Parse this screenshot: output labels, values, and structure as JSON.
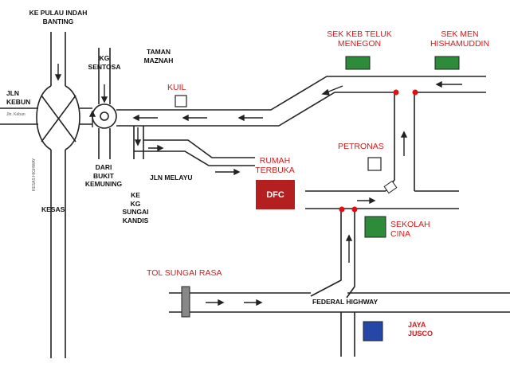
{
  "colors": {
    "road_edge": "#222222",
    "route": "#222222",
    "label_red": "#d41a1a",
    "label_dark": "#111111",
    "school_green": "#2e8b3a",
    "jusco_blue": "#2547a8",
    "dfc_maroon": "#b41f1f",
    "traffic_light": "#e01010"
  },
  "places": {
    "ke_pulau_indah": "KE PULAU INDAH\nBANTING",
    "kg_sentosa": "KG\nSENTOSA",
    "taman_maznah": "TAMAN\nMAZNAH",
    "jln_kebun": "JLN\nKEBUN",
    "dari_bukit": "DARI\nBUKIT\nKEMUNING",
    "ke_kg_sungai_kandis": "KE\nKG\nSUNGAI\nKANDIS",
    "jln_melayu": "JLN MELAYU",
    "kesas": "KESAS",
    "federal_highway": "FEDERAL HIGHWAY"
  },
  "landmarks": {
    "sek_keb": "SEK KEB TELUK\nMENEGON",
    "sek_men": "SEK MEN\nHISHAMUDDIN",
    "kuil": "KUIL",
    "rumah_terbuka": "RUMAH\nTERBUKA",
    "dfc": "DFC",
    "petronas": "PETRONAS",
    "sekolah_cina": "SEKOLAH\nCINA",
    "tol_sungai_rasa": "TOL SUNGAI RASA",
    "jaya_jusco": "JAYA\nJUSCO"
  },
  "road_tags": {
    "jln_kebun_tag": "Jln. Kebun",
    "kesas_tag": "KESAS HIGHWAY"
  },
  "icons": [
    "traffic-light-icon",
    "school-building-icon",
    "temple-icon",
    "petrol-station-icon",
    "mall-icon",
    "toll-plaza-icon",
    "direction-arrow-icon"
  ]
}
